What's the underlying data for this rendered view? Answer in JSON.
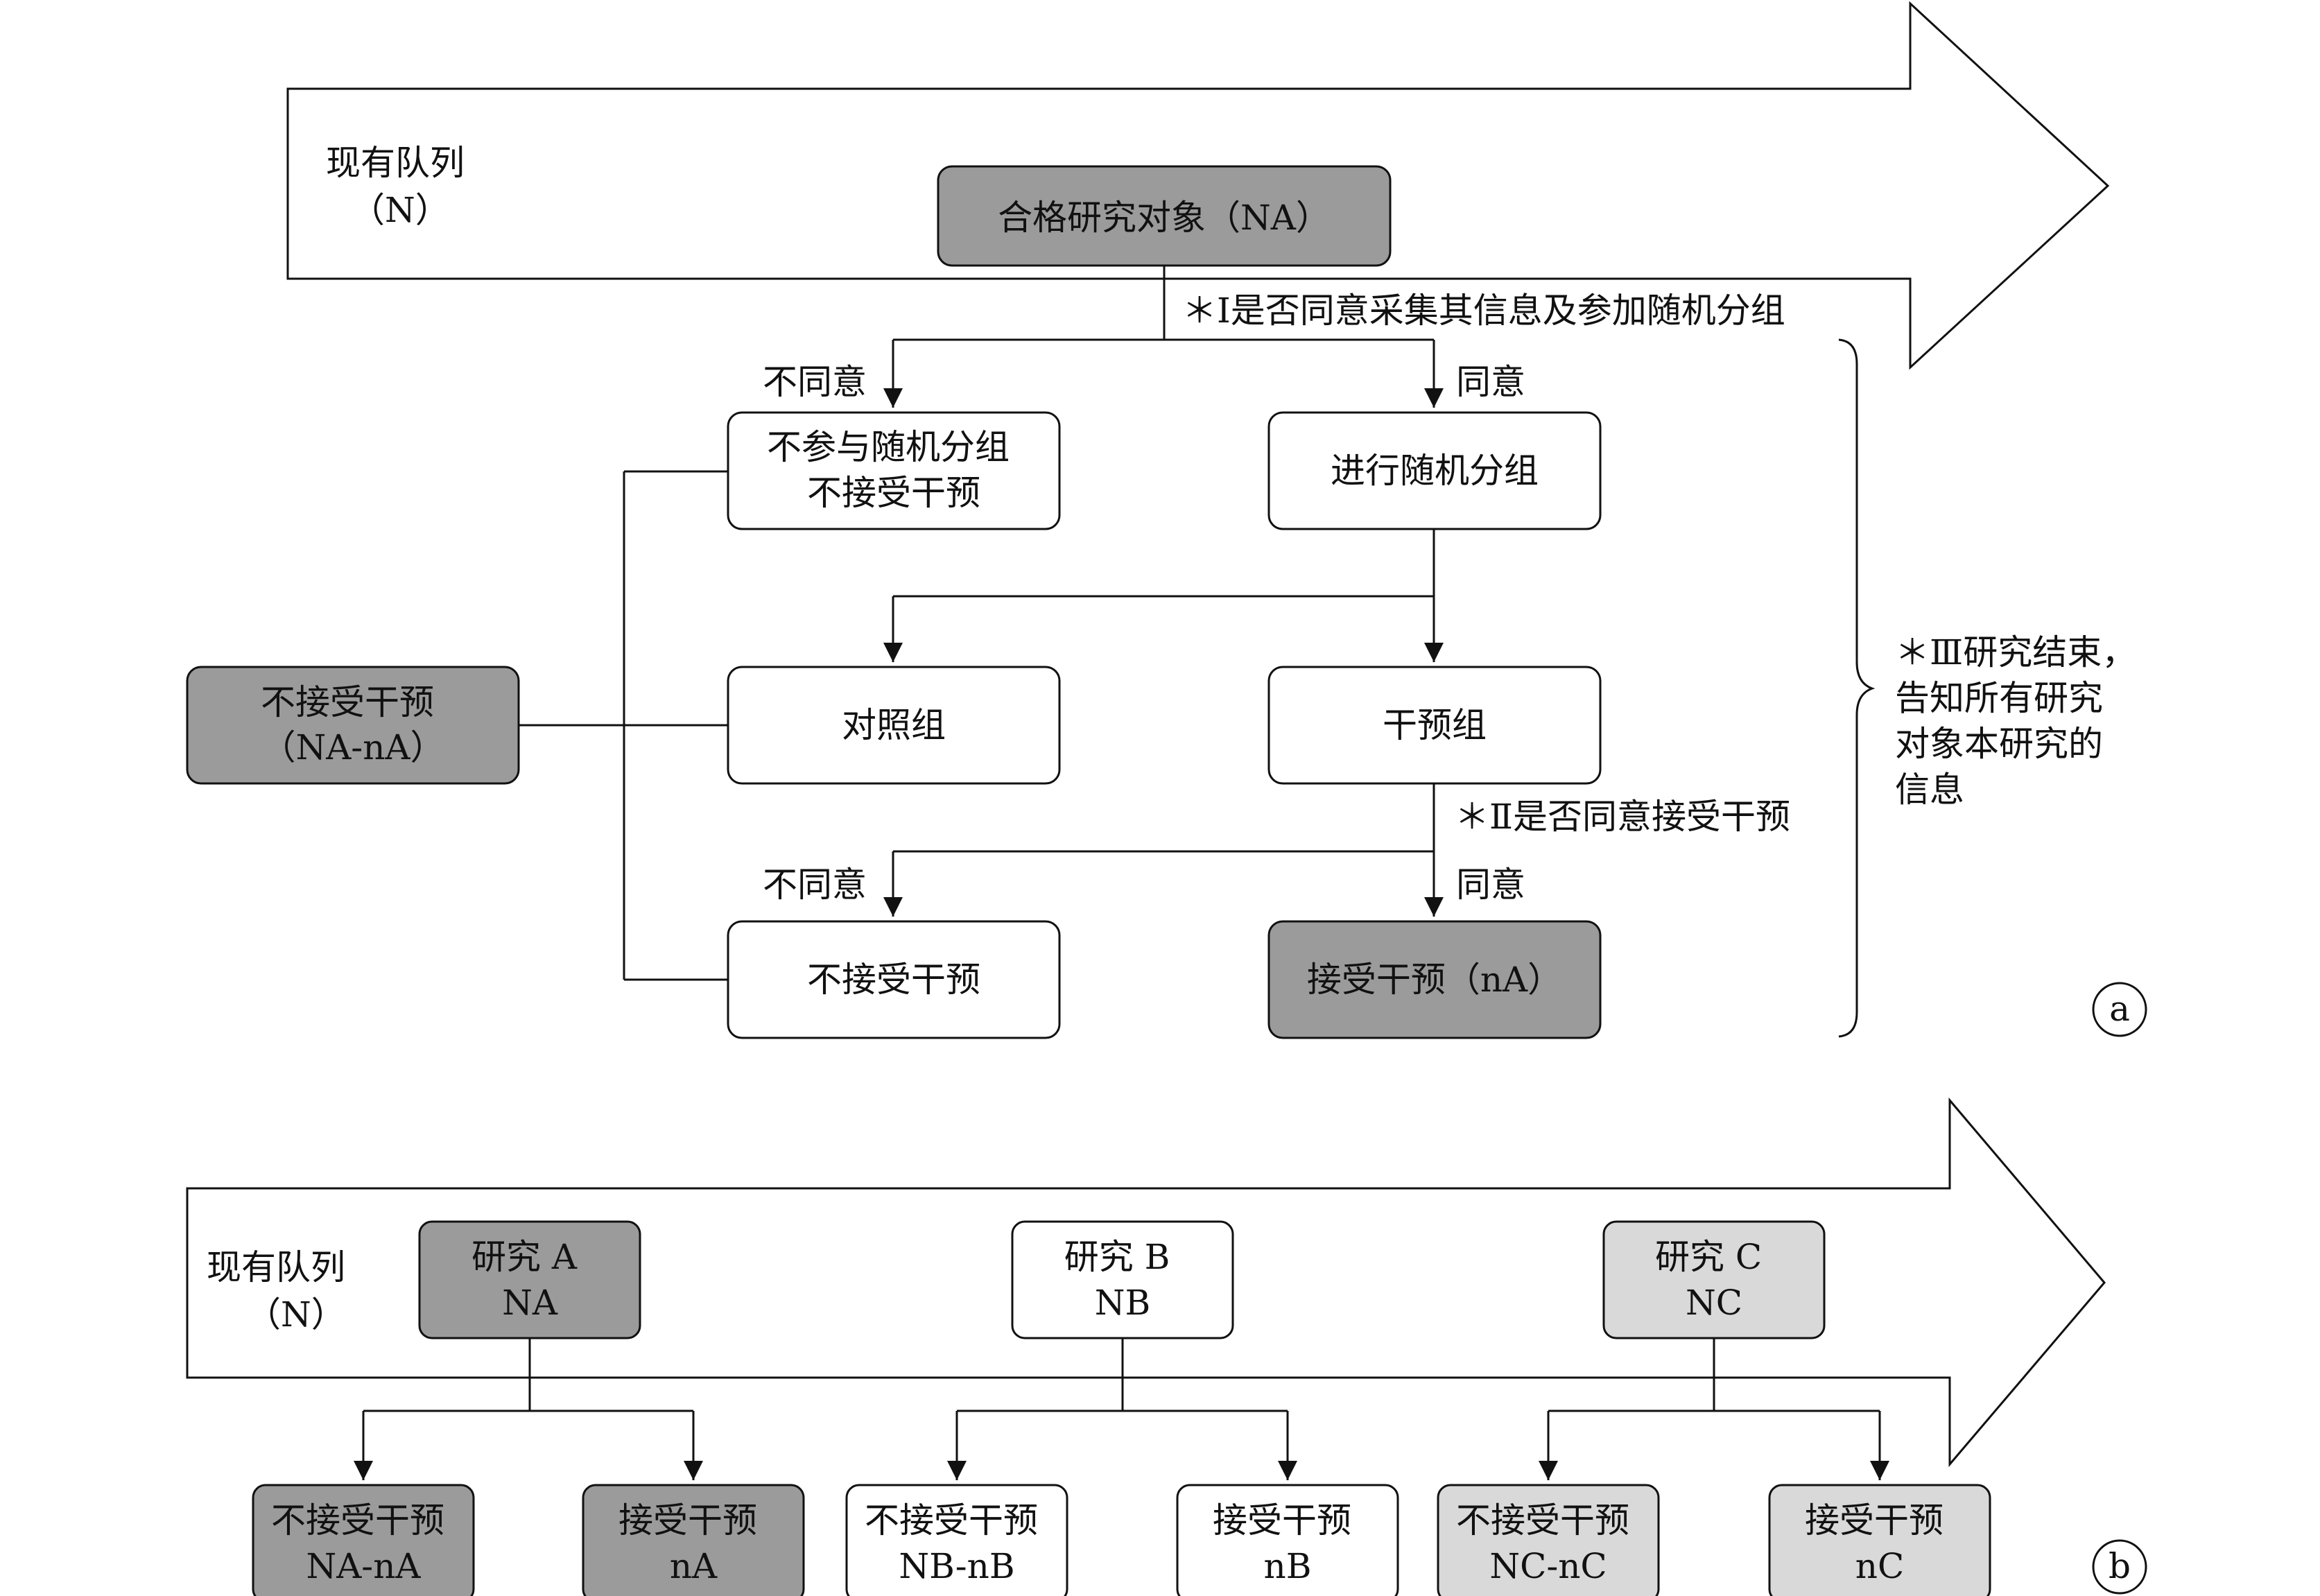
{
  "colors": {
    "dark_fill": "#9b9b9b",
    "light_fill": "#d9d9d9",
    "white_fill": "#ffffff",
    "stroke": "#111111"
  },
  "panel_a": {
    "cohort_label": [
      "现有队列",
      "（N）"
    ],
    "eligible": "合格研究对象（NA）",
    "question1": "＊Ⅰ是否同意采集其信息及参加随机分组",
    "disagree1": "不同意",
    "agree1": "同意",
    "no_randomize": [
      "不参与随机分组",
      "不接受干预"
    ],
    "randomize": "进行随机分组",
    "control_group": "对照组",
    "intervention_group": "干预组",
    "no_intervention_total": [
      "不接受干预",
      "（NA-nA）"
    ],
    "question2": "＊Ⅱ是否同意接受干预",
    "disagree2": "不同意",
    "agree2": "同意",
    "declined_intervention": "不接受干预",
    "accepted_intervention": "接受干预（nA）",
    "study_end_note": [
      "＊Ⅲ研究结束，",
      "告知所有研究",
      "对象本研究的",
      "信息"
    ],
    "panel_marker": "a"
  },
  "panel_b": {
    "cohort_label": [
      "现有队列",
      "（N）"
    ],
    "studies": [
      {
        "title": [
          "研究 A",
          "NA"
        ],
        "no": [
          "不接受干预",
          "NA-nA"
        ],
        "yes": [
          "接受干预",
          "nA"
        ],
        "fill": "dark"
      },
      {
        "title": [
          "研究 B",
          "NB"
        ],
        "no": [
          "不接受干预",
          "NB-nB"
        ],
        "yes": [
          "接受干预",
          "nB"
        ],
        "fill": "white"
      },
      {
        "title": [
          "研究 C",
          "NC"
        ],
        "no": [
          "不接受干预",
          "NC-nC"
        ],
        "yes": [
          "接受干预",
          "nC"
        ],
        "fill": "light"
      }
    ],
    "panel_marker": "b"
  }
}
